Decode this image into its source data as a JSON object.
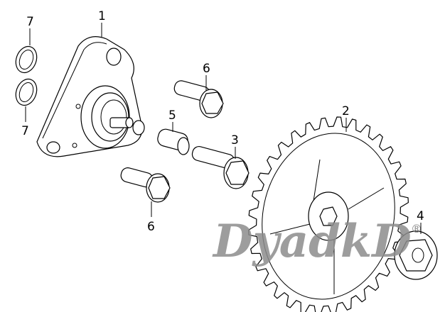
{
  "diagram": {
    "callouts": [
      {
        "id": "7-top",
        "label": "7"
      },
      {
        "id": "1",
        "label": "1"
      },
      {
        "id": "7-bottom",
        "label": "7"
      },
      {
        "id": "6-top",
        "label": "6"
      },
      {
        "id": "5",
        "label": "5"
      },
      {
        "id": "3",
        "label": "3"
      },
      {
        "id": "2",
        "label": "2"
      },
      {
        "id": "6-bottom",
        "label": "6"
      },
      {
        "id": "4",
        "label": "4"
      }
    ],
    "watermark": {
      "text": "DyadkD",
      "mark": "®"
    },
    "gear": {
      "teeth": 32
    }
  }
}
